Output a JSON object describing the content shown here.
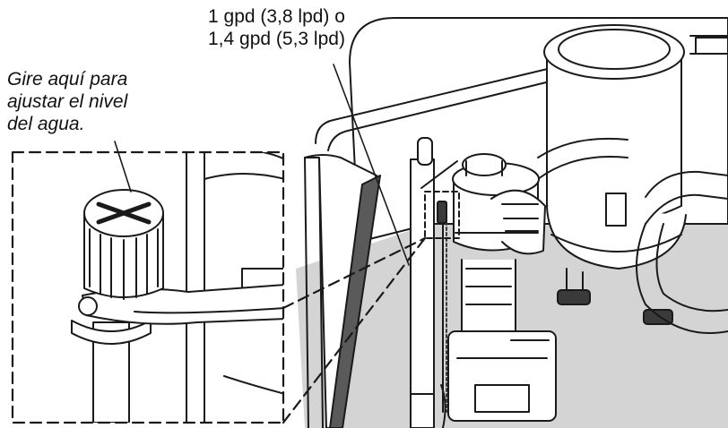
{
  "callouts": {
    "flow_rate": [
      "1 gpd (3,8 lpd) o",
      "1,4 gpd (5,3 lpd)"
    ],
    "adjust": [
      "Gire aquí para",
      "ajustar el nivel",
      "del agua."
    ]
  },
  "colors": {
    "line": "#1a1a1a",
    "tank_fill": "#d4d4d4",
    "part_fill": "#ffffff",
    "dark_part": "#3a3a3a"
  }
}
